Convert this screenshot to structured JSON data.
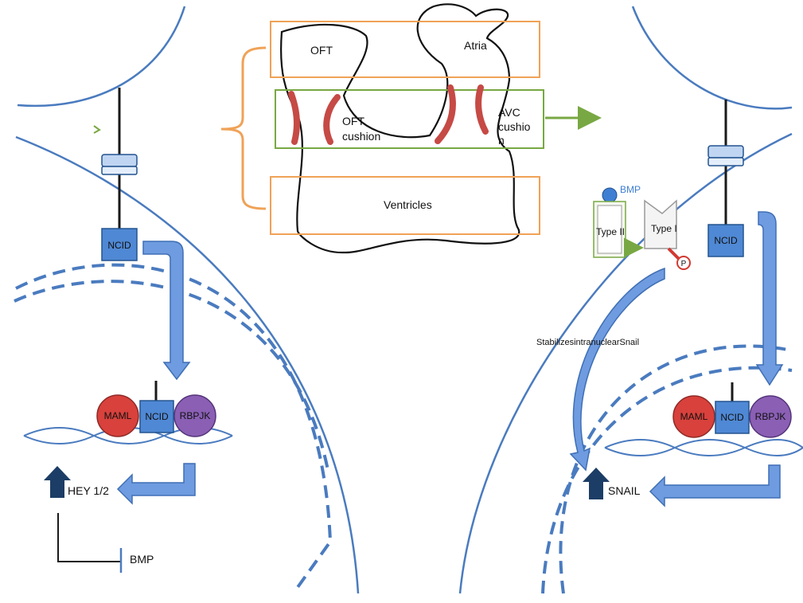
{
  "colors": {
    "membrane": "#4a7bbf",
    "arrow_fill": "#6f9be0",
    "arrow_stroke": "#3f6fb5",
    "box_blue": "#4f88d4",
    "box_blue_stroke": "#24548f",
    "maml_red": "#d8413c",
    "rbpjk_purple": "#8a5fb4",
    "cushion_red": "#c64a45",
    "region_orange": "#f0a257",
    "region_green": "#78a843",
    "up_arrow_navy": "#1c3d66",
    "bmp_ball": "#3f7fd3",
    "phospho_red": "#d23a32"
  },
  "heart": {
    "oft": "OFT",
    "atria": "Atria",
    "oft_cushion_line1": "OFT",
    "oft_cushion_line2": "cushion",
    "avc_line1": "AVC",
    "avc_line2": "cushio",
    "avc_line3": "n",
    "ventricles": "Ventricles"
  },
  "left_cell": {
    "ncid_receptor": "NCID",
    "maml": "MAML",
    "ncid_complex": "NCID",
    "rbpjk": "RBPJK",
    "target_gene": "HEY 1/2",
    "inhibited": "BMP"
  },
  "right_cell": {
    "bmp_ligand": "BMP",
    "type_ii": "Type II",
    "type_i": "Type I",
    "phospho": "P",
    "ncid_receptor": "NCID",
    "stabilizes_label": "StabilizesintranuclearSnail",
    "maml": "MAML",
    "ncid_complex": "NCID",
    "rbpjk": "RBPJK",
    "target_gene": "SNAIL"
  }
}
